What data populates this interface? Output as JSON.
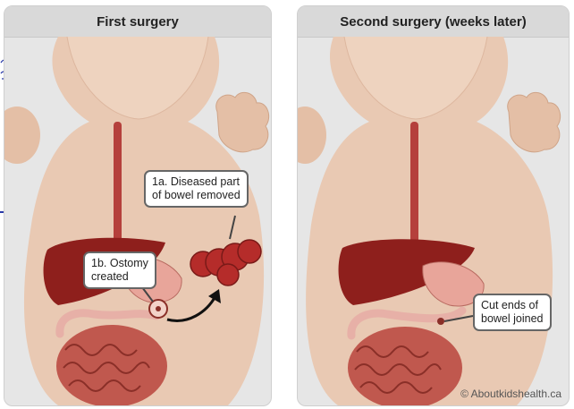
{
  "panels": [
    {
      "title": "First surgery"
    },
    {
      "title": "Second surgery (weeks later)"
    }
  ],
  "callouts": {
    "diseased": [
      "1a. Diseased part",
      "of bowel removed"
    ],
    "ostomy": [
      "1b. Ostomy",
      "created"
    ],
    "joined": [
      "Cut ends of",
      "bowel joined"
    ]
  },
  "credit": "© Aboutkidshealth.ca",
  "colors": {
    "skin": "#e9c9b3",
    "liver": "#8e1f1c",
    "bowel": "#c0584e",
    "panel_bg": "#e6e6e6"
  }
}
